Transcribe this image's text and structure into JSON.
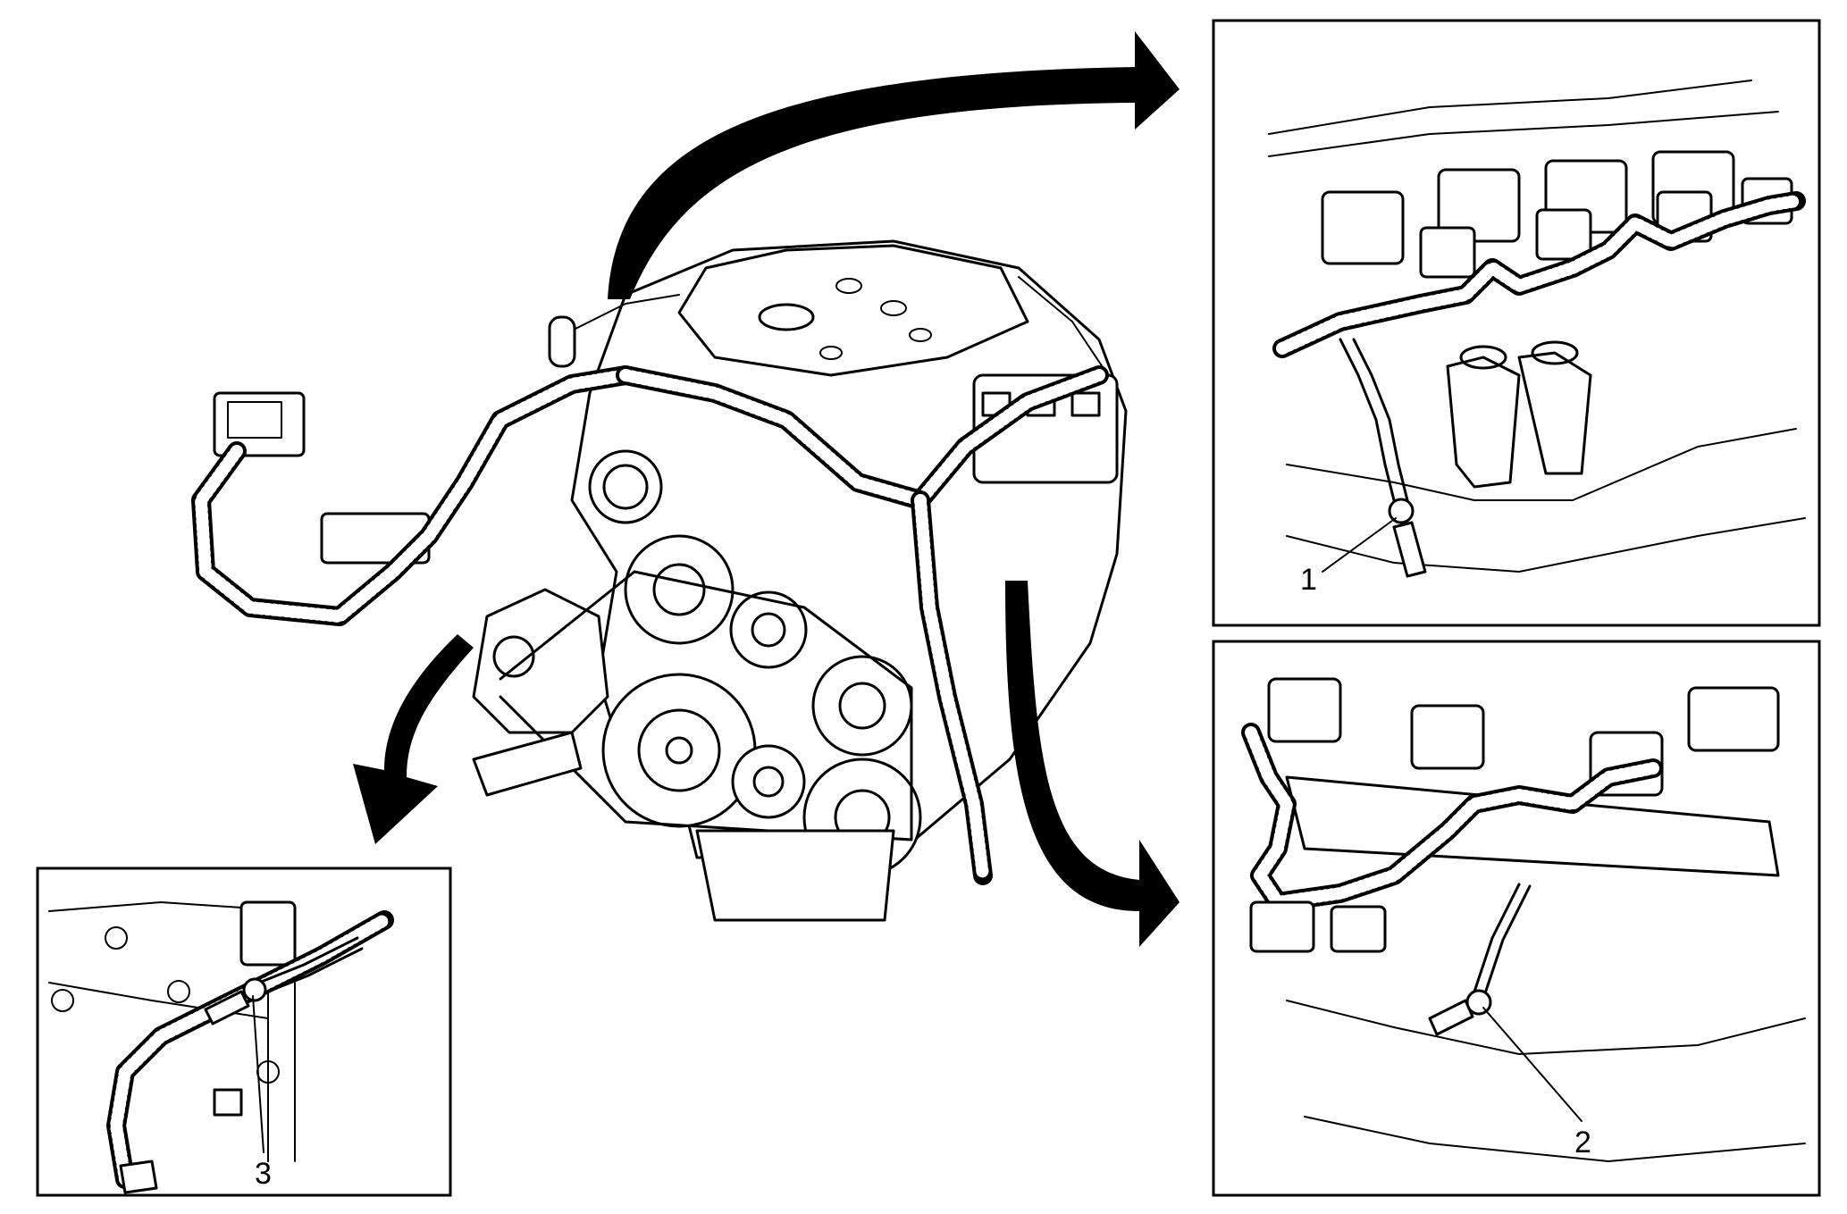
{
  "diagram": {
    "callouts": [
      {
        "id": 1,
        "label": "1"
      },
      {
        "id": 2,
        "label": "2"
      },
      {
        "id": 3,
        "label": "3"
      }
    ]
  }
}
